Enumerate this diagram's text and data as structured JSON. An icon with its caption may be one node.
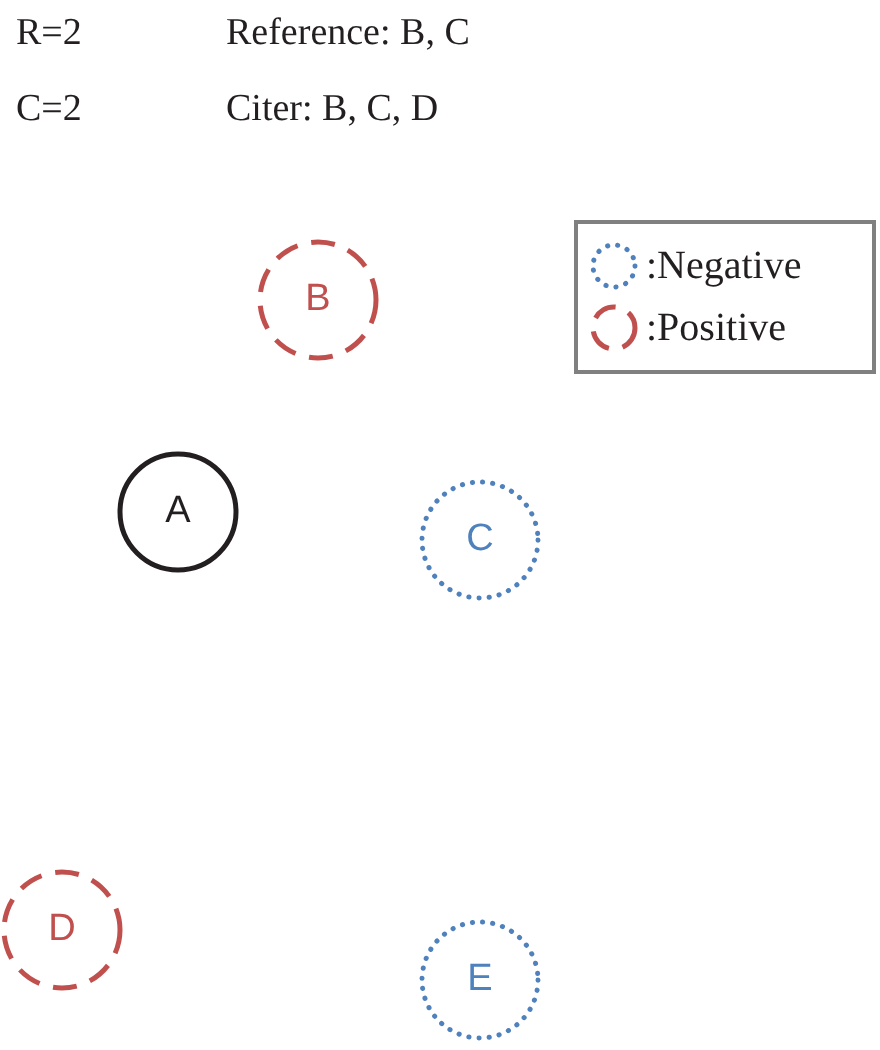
{
  "diagram": {
    "nodes": [
      {
        "text": [
          "A"
        ]
      },
      {
        "text": [
          "B"
        ]
      },
      {
        "text": [
          "C"
        ]
      },
      {
        "text": [
          "D"
        ]
      },
      {
        "text": [
          "E"
        ]
      }
    ],
    "labels": [
      "R=2",
      "Reference: B, C",
      "C=2",
      "Citer: B, C, D"
    ],
    "legend": [
      {
        "text": ":Negative"
      },
      {
        "text": ":Positive"
      }
    ]
  }
}
